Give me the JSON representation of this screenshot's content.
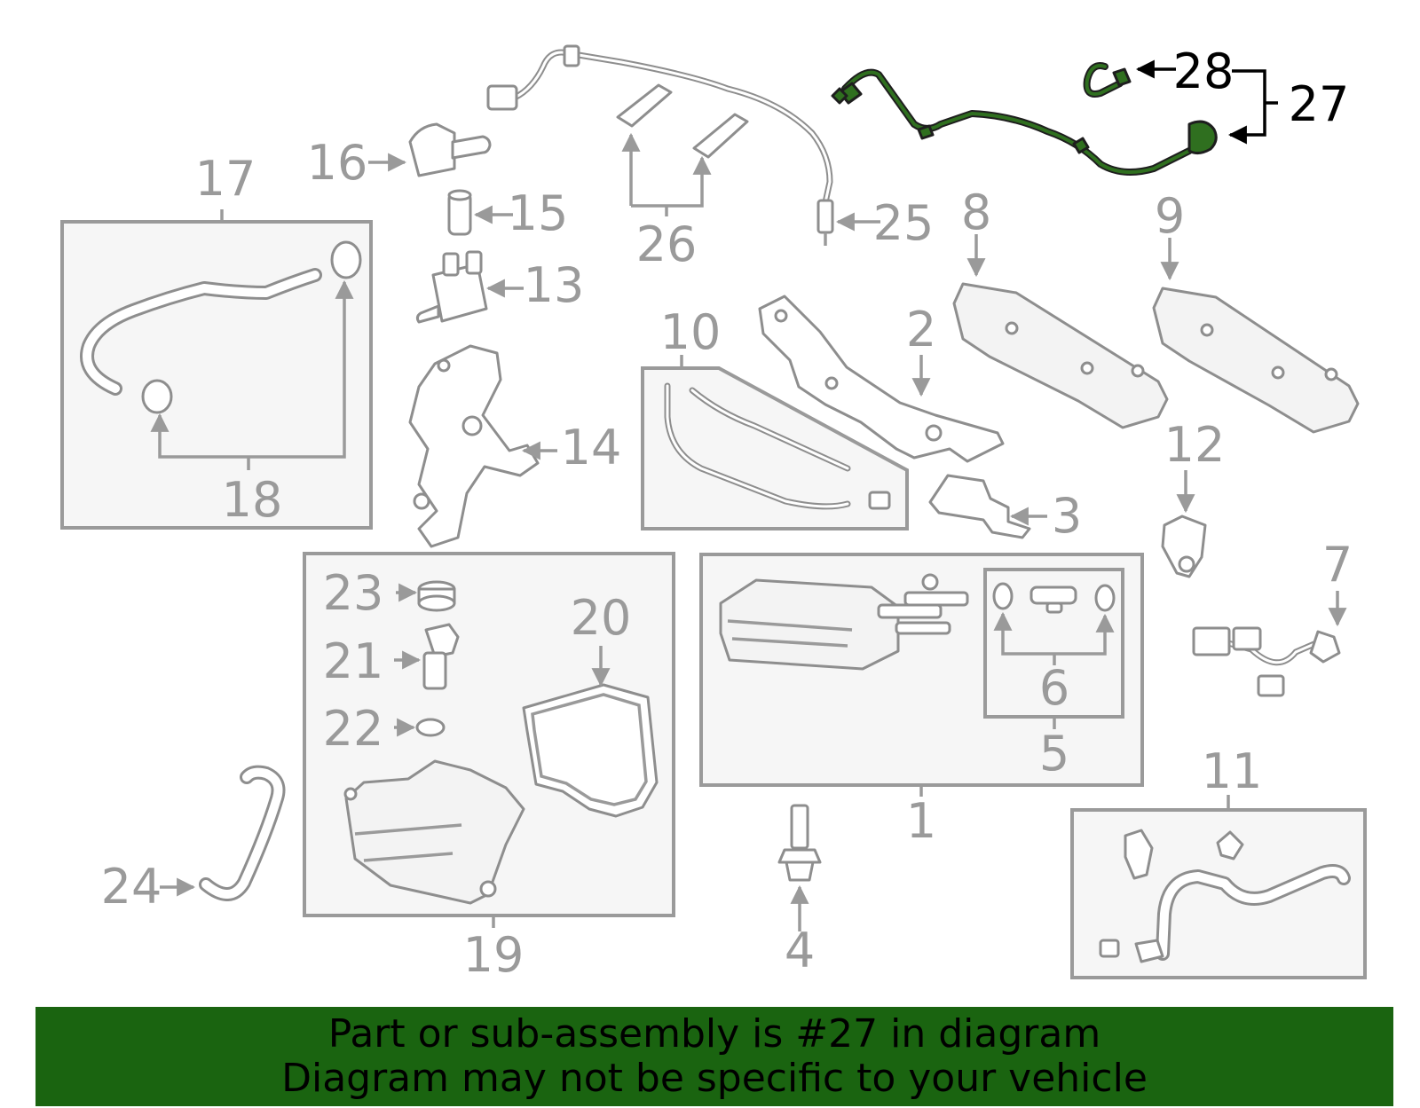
{
  "callouts": {
    "c1": "1",
    "c2": "2",
    "c3": "3",
    "c4": "4",
    "c5": "5",
    "c6": "6",
    "c7": "7",
    "c8": "8",
    "c9": "9",
    "c10": "10",
    "c11": "11",
    "c12": "12",
    "c13": "13",
    "c14": "14",
    "c15": "15",
    "c16": "16",
    "c17": "17",
    "c18": "18",
    "c19": "19",
    "c20": "20",
    "c21": "21",
    "c22": "22",
    "c23": "23",
    "c24": "24",
    "c25": "25",
    "c26": "26",
    "c27": "27",
    "c28": "28"
  },
  "highlighted_part": "27",
  "colors": {
    "banner_background": "#1a6410",
    "highlight_part": "#2f6f1f",
    "line_art": "#9a9a9a",
    "highlight_callout": "#000000"
  },
  "banner": {
    "line1": "Part or sub-assembly is #27 in diagram",
    "line2": "Diagram may not be specific to your vehicle"
  }
}
